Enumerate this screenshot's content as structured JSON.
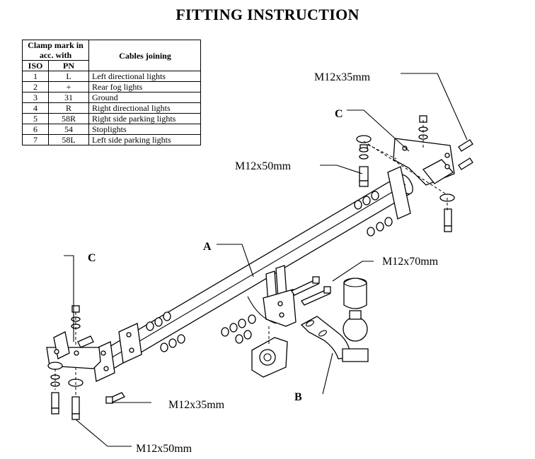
{
  "title": "FITTING INSTRUCTION",
  "table": {
    "header_group": "Clamp mark in acc. with",
    "header_cables": "Cables joining",
    "col_iso": "ISO",
    "col_pn": "PN",
    "rows": [
      {
        "iso": "1",
        "pn": "L",
        "desc": "Left directional lights"
      },
      {
        "iso": "2",
        "pn": "+",
        "desc": "Rear fog lights"
      },
      {
        "iso": "3",
        "pn": "31",
        "desc": "Ground"
      },
      {
        "iso": "4",
        "pn": "R",
        "desc": "Right directional lights"
      },
      {
        "iso": "5",
        "pn": "58R",
        "desc": "Right side parking lights"
      },
      {
        "iso": "6",
        "pn": "54",
        "desc": "Stoplights"
      },
      {
        "iso": "7",
        "pn": "58L",
        "desc": "Left side parking lights"
      }
    ]
  },
  "labels": {
    "a": "A",
    "b": "B",
    "c_right": "C",
    "c_left": "C",
    "bolt_top": "M12x35mm",
    "bolt_right_mid": "M12x50mm",
    "bolt_center": "M12x70mm",
    "bolt_left_low": "M12x35mm",
    "bolt_left_bottom": "M12x50mm"
  }
}
